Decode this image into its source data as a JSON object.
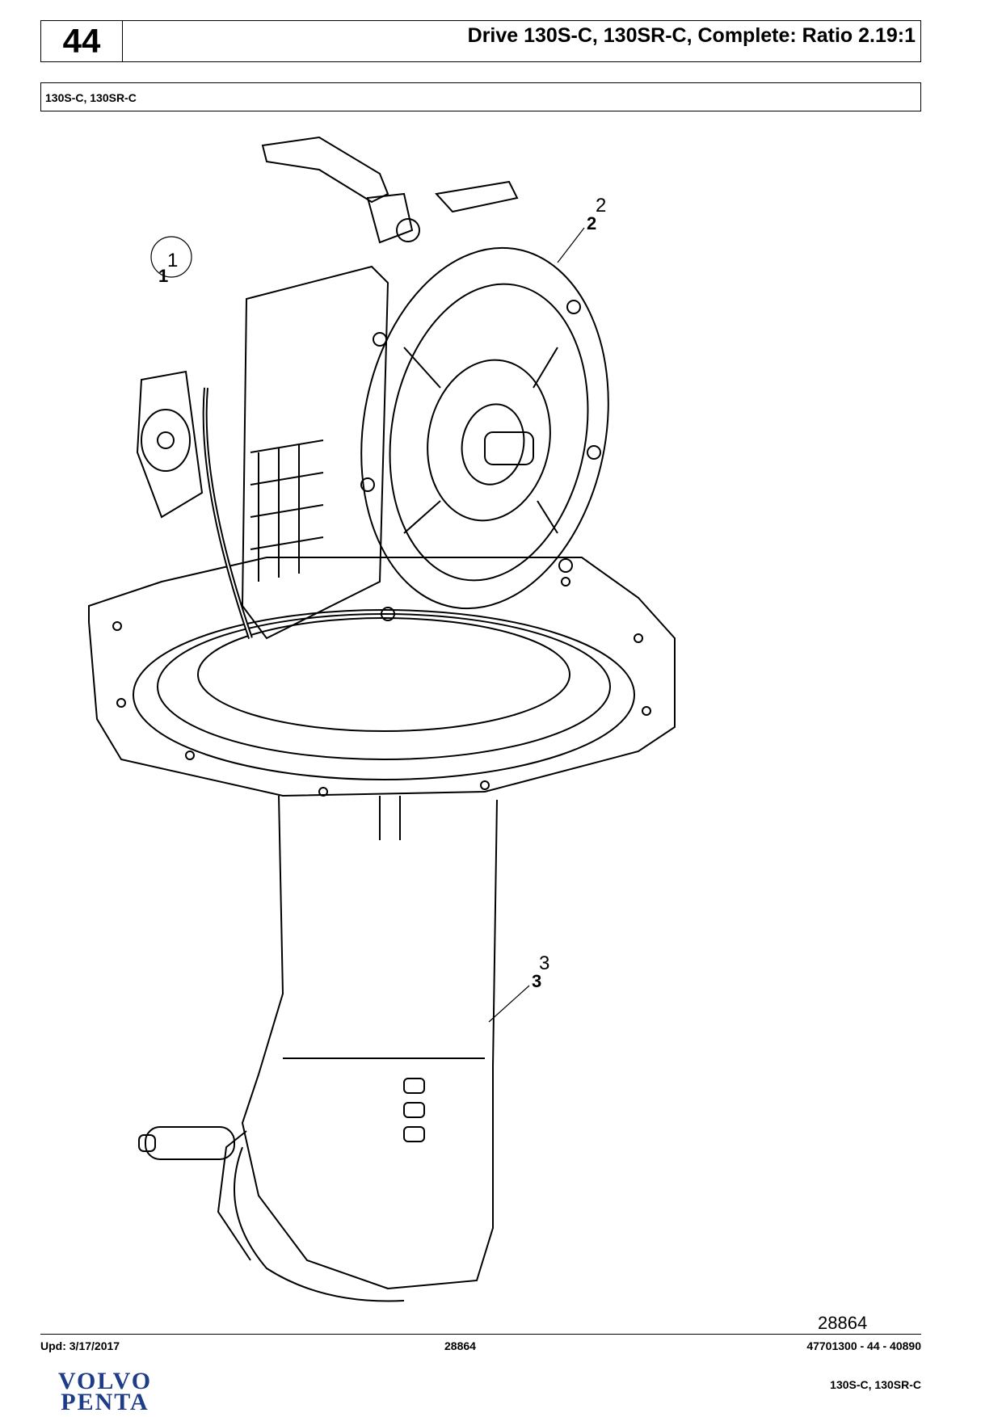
{
  "header": {
    "section_number": "44",
    "title": "Drive 130S-C, 130SR-C, Complete: Ratio 2.19:1"
  },
  "subheader": {
    "models": "130S-C, 130SR-C"
  },
  "figure": {
    "figure_number": "28864",
    "callouts": [
      {
        "position": "1",
        "ref": "1"
      },
      {
        "position": "2",
        "ref": "2"
      },
      {
        "position": "3",
        "ref": "3"
      }
    ]
  },
  "footer": {
    "updated": "Upd: 3/17/2017",
    "figure_ref": "28864",
    "doc_ref": "47701300 - 44 - 40890",
    "models": "130S-C, 130SR-C"
  },
  "logo": {
    "line1": "VOLVO",
    "line2": "PENTA"
  }
}
